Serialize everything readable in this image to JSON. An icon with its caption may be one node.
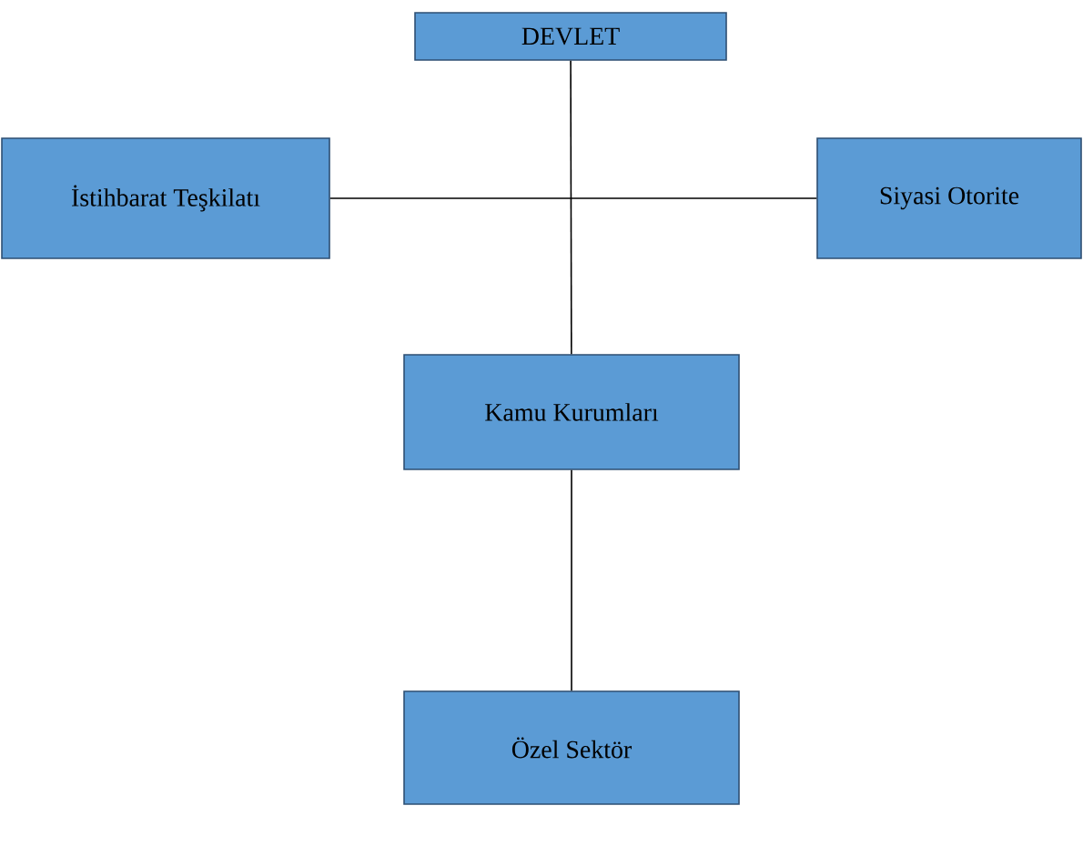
{
  "diagram": {
    "nodes": [
      {
        "text": [
          "DEVLET"
        ]
      },
      {
        "text": [
          "İstihbarat Teşkilatı"
        ]
      },
      {
        "text": [
          "Siyasi Otorite"
        ]
      },
      {
        "text": [
          "Kamu Kurumları"
        ]
      },
      {
        "text": [
          "Özel Sektör"
        ]
      }
    ],
    "edges": [
      {
        "from": 0,
        "to": 3,
        "arrow": "none"
      },
      {
        "from": 1,
        "to": 2,
        "arrow": "none"
      },
      {
        "from": 3,
        "to": 4,
        "arrow": "none"
      }
    ]
  }
}
